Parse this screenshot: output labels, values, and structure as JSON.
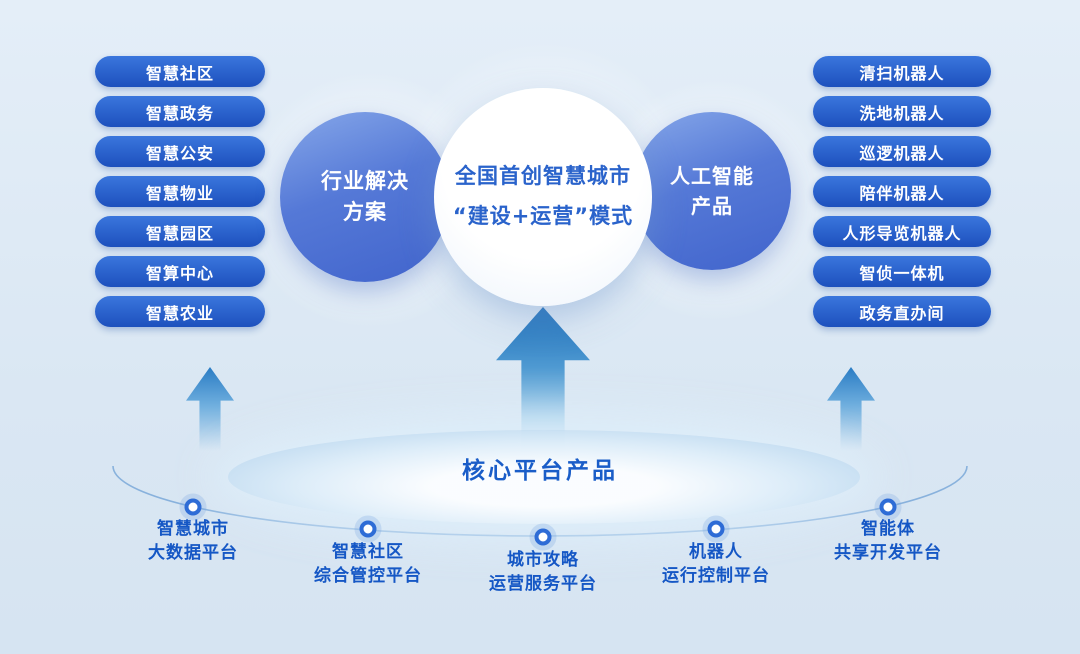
{
  "colors": {
    "background": "#dce8f4",
    "pill_blue": "#1d50bd",
    "bubble_blue": "#5579d7",
    "accent_text_blue": "#1a5dc8",
    "arrow_blue": "#2a7cc4"
  },
  "left_pills": [
    "智慧社区",
    "智慧政务",
    "智慧公安",
    "智慧物业",
    "智慧园区",
    "智算中心",
    "智慧农业"
  ],
  "right_pills": [
    "清扫机器人",
    "洗地机器人",
    "巡逻机器人",
    "陪伴机器人",
    "人形导览机器人",
    "智侦一体机",
    "政务直办间"
  ],
  "bubbles": {
    "left": {
      "line1": "行业解决",
      "line2": "方案"
    },
    "center": {
      "line1": "全国首创智慧城市",
      "line2": "“建设+运营”模式"
    },
    "right": {
      "line1": "人工智能",
      "line2": "产品"
    }
  },
  "core_platform_label": "核心平台产品",
  "platforms": [
    {
      "line1": "智慧城市",
      "line2": "大数据平台"
    },
    {
      "line1": "智慧社区",
      "line2": "综合管控平台"
    },
    {
      "line1": "城市攻略",
      "line2": "运营服务平台"
    },
    {
      "line1": "机器人",
      "line2": "运行控制平台"
    },
    {
      "line1": "智能体",
      "line2": "共享开发平台"
    }
  ]
}
